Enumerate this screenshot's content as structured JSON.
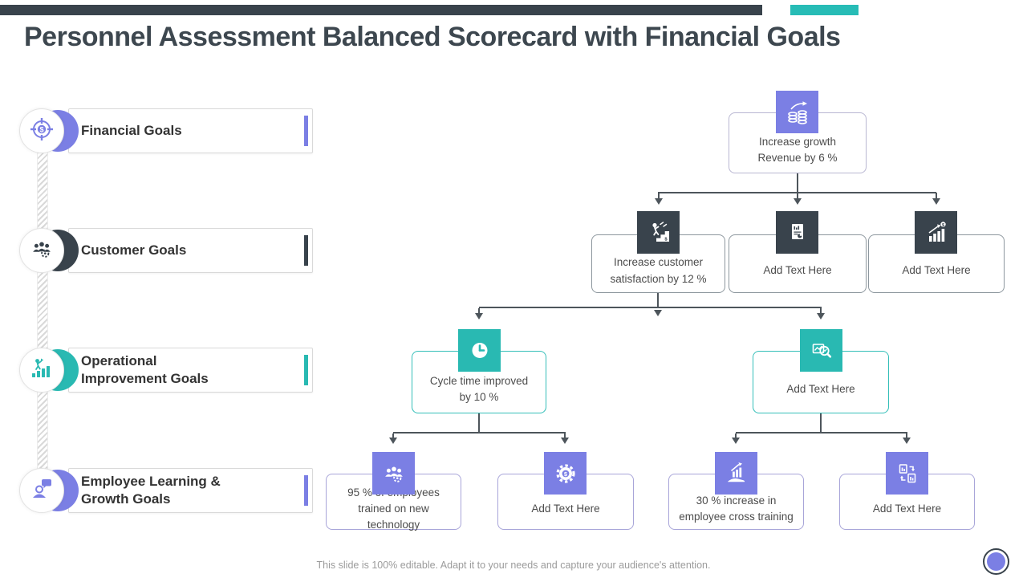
{
  "title": "Personnel Assessment Balanced Scorecard with Financial Goals",
  "footer": "This slide is 100% editable. Adapt it to your needs and capture your audience's attention.",
  "colors": {
    "purple": "#7b7fe4",
    "charcoal": "#39434c",
    "teal": "#29b9b2",
    "connector": "#4d555b",
    "title_text": "#3d474f",
    "body_text": "#4c4c4c",
    "muted_text": "#9b9b9b",
    "box_border_gray": "#8d979e",
    "box_border_teal": "#35bfb9",
    "box_border_purple": "#a8a5d9"
  },
  "timeline": {
    "items": [
      {
        "label": "Financial Goals",
        "color": "#7b7fe4",
        "icon": "target-dollar-icon"
      },
      {
        "label": "Customer Goals",
        "color": "#39434c",
        "icon": "people-gear-icon"
      },
      {
        "label": "Operational\nImprovement Goals",
        "color": "#29b9b2",
        "icon": "person-bar-chart-icon"
      },
      {
        "label": "Employee Learning &\nGrowth Goals",
        "color": "#7b7fe4",
        "icon": "person-chat-icon"
      }
    ]
  },
  "flowchart": {
    "root": {
      "label": "Increase growth\nRevenue  by 6 %",
      "icon": "coins-growth-icon",
      "accent": "#7b7fe4"
    },
    "level2": [
      {
        "label": "Increase customer\nsatisfaction by 12 %",
        "icon": "person-stairs-money-icon",
        "accent": "#39434c"
      },
      {
        "label": "Add Text Here",
        "icon": "report-document-icon",
        "accent": "#39434c"
      },
      {
        "label": "Add Text Here",
        "icon": "bar-chart-dollar-icon",
        "accent": "#39434c"
      }
    ],
    "level3": [
      {
        "label": "Cycle time improved\nby 10 %",
        "icon": "clock-icon",
        "accent": "#29b9b2"
      },
      {
        "label": "Add Text Here",
        "icon": "search-chart-icon",
        "accent": "#29b9b2"
      }
    ],
    "level4": [
      {
        "label": "95 % of employees\ntrained on new technology",
        "icon": "team-gear-icon",
        "accent": "#7b7fe4"
      },
      {
        "label": "Add Text Here",
        "icon": "gear-dollar-icon",
        "accent": "#7b7fe4"
      },
      {
        "label": "30 % increase in\nemployee cross training",
        "icon": "hand-growth-icon",
        "accent": "#7b7fe4"
      },
      {
        "label": "Add Text Here",
        "icon": "exchange-charts-icon",
        "accent": "#7b7fe4"
      }
    ]
  }
}
